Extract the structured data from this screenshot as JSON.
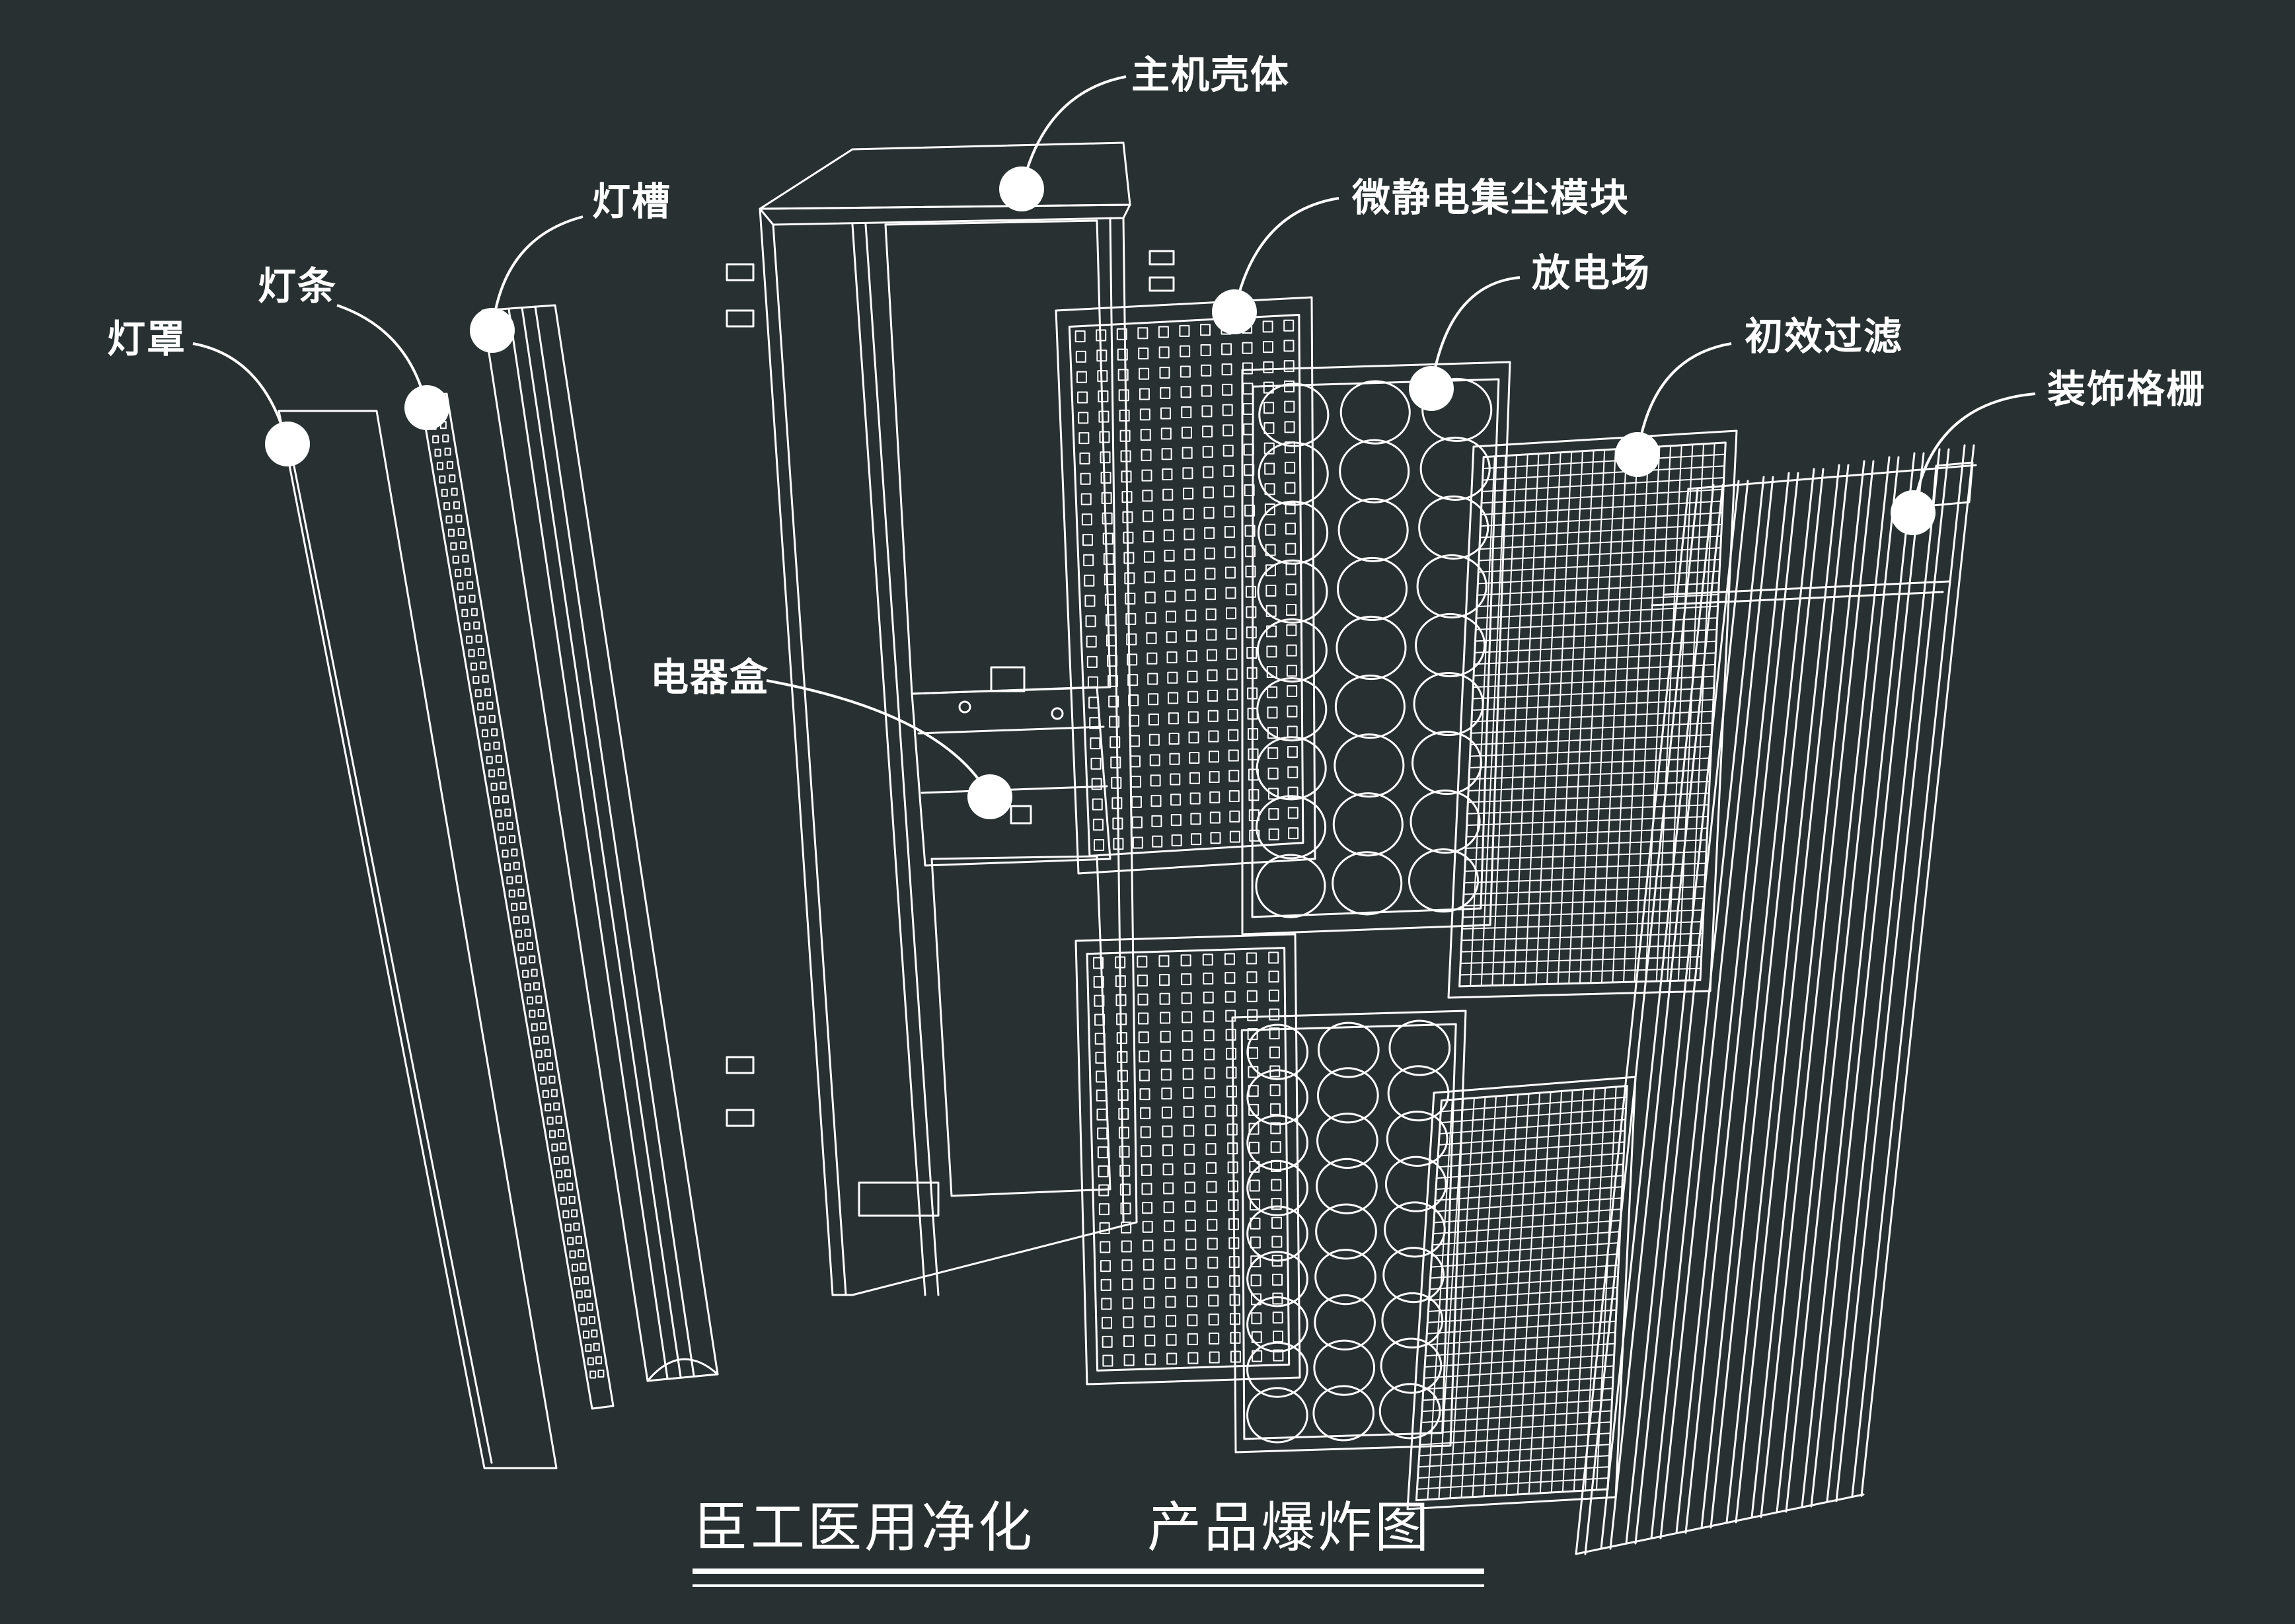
{
  "title": {
    "left": "臣工医用净化",
    "right": "产品爆炸图"
  },
  "labels": {
    "lamp_cover": "灯罩",
    "lamp_strip": "灯条",
    "lamp_slot": "灯槽",
    "main_housing": "主机壳体",
    "electrostatic_module": "微静电集尘模块",
    "discharge_field": "放电场",
    "primary_filter": "初效过滤",
    "decorative_grille": "装饰格栅",
    "electrical_box": "电器盒"
  },
  "colors": {
    "background": "#283031",
    "line": "#ffffff",
    "marker": "#ffffff"
  }
}
